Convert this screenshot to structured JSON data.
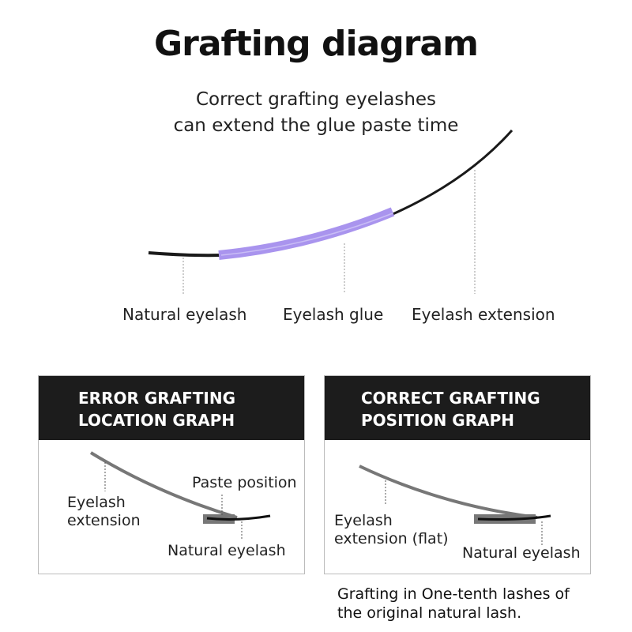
{
  "title": "Grafting diagram",
  "subtitle": [
    "Correct grafting eyelashes",
    "can extend the glue paste time"
  ],
  "main_labels": {
    "natural": "Natural eyelash",
    "glue": "Eyelash glue",
    "extension": "Eyelash extension"
  },
  "error_panel": {
    "heading": [
      "ERROR GRAFTING",
      "LOCATION GRAPH"
    ],
    "extension": [
      "Eyelash",
      "extension"
    ],
    "paste": "Paste position",
    "natural": "Natural eyelash"
  },
  "correct_panel": {
    "heading": [
      "CORRECT GRAFTING",
      "POSITION GRAPH"
    ],
    "extension": [
      "Eyelash",
      "extension (flat)"
    ],
    "natural": "Natural eyelash"
  },
  "note": [
    "Grafting in One-tenth lashes of",
    "the original natural lash."
  ],
  "colors": {
    "glue": "#a994ee",
    "header": "#1c1c1c"
  }
}
